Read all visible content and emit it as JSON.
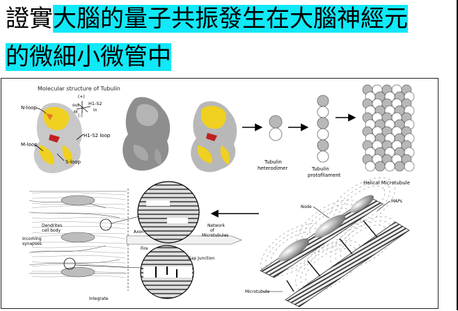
{
  "slide": {
    "title_plain_1": "證實",
    "title_highlight_1": "大腦的量子共振發生在大腦神經元",
    "title_highlight_2": "的微細小微管中",
    "highlight_color": "#11e8f8"
  },
  "figure": {
    "heading": "Molecular structure of Tubulin",
    "labels": {
      "n_loop": "N-loop",
      "m_loop": "M-loop",
      "s_loop": "S-loop",
      "h1s2": "H1-S2",
      "h1s2_loop": "H1-S2 loop",
      "out": "out",
      "in": "in",
      "m": "M",
      "plus": "(+)",
      "minus": "(-)",
      "tubulin_heterodimer_1": "Tubulin",
      "tubulin_heterodimer_2": "heterodimer",
      "tubulin_protofilament_1": "Tubulin",
      "tubulin_protofilament_2": "protofilament",
      "helical_microtubule": "Helical Microtubule",
      "dendrites_1": "Dendrites",
      "dendrites_2": "cell body",
      "incoming_1": "Incoming",
      "incoming_2": "synapses",
      "axon": "Axon",
      "fire": "Fire",
      "integrate": "Integrate",
      "network_1": "Network",
      "network_2": "of",
      "network_3": "Microtubules",
      "gap_junction": "Gap Junction",
      "node": "Node",
      "maps": "MAPs",
      "microtubule": "Microtubule"
    }
  }
}
